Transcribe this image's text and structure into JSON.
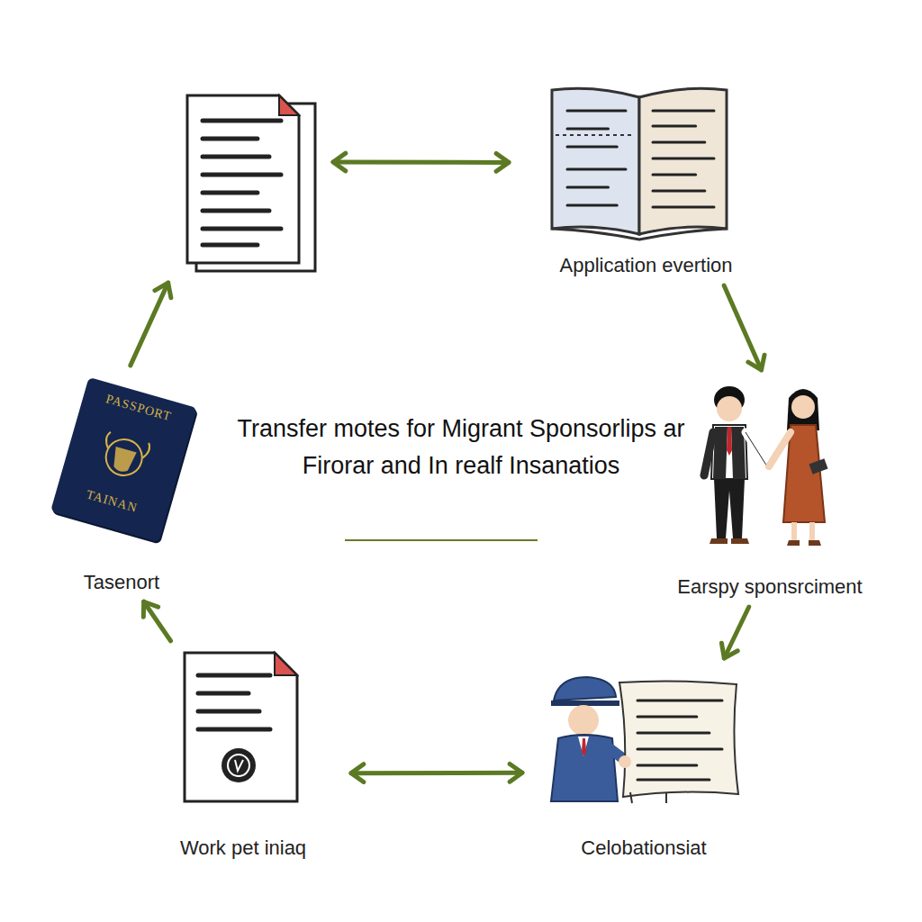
{
  "diagram": {
    "title": "Transfer motes for Migrant Sponsorlips ar Firorar and In realf Insanatios",
    "nodes": [
      {
        "text": []
      },
      {
        "text": [
          "Application evertion"
        ]
      },
      {
        "text": [
          "Earspy sponsrciment"
        ]
      },
      {
        "text": [
          "Celobationsiat"
        ]
      },
      {
        "text": [
          "Work pet iniaq"
        ]
      },
      {
        "text": [
          "PASSPORT",
          "TAINAN",
          "Tasenort"
        ]
      }
    ],
    "edges": [
      {
        "from": 0,
        "to": 1,
        "arrow": "both"
      },
      {
        "from": 1,
        "to": 2,
        "arrow": "to"
      },
      {
        "from": 2,
        "to": 3,
        "arrow": "to"
      },
      {
        "from": 3,
        "to": 4,
        "arrow": "both"
      },
      {
        "from": 4,
        "to": 5,
        "arrow": "to"
      },
      {
        "from": 5,
        "to": 0,
        "arrow": "to"
      }
    ]
  }
}
